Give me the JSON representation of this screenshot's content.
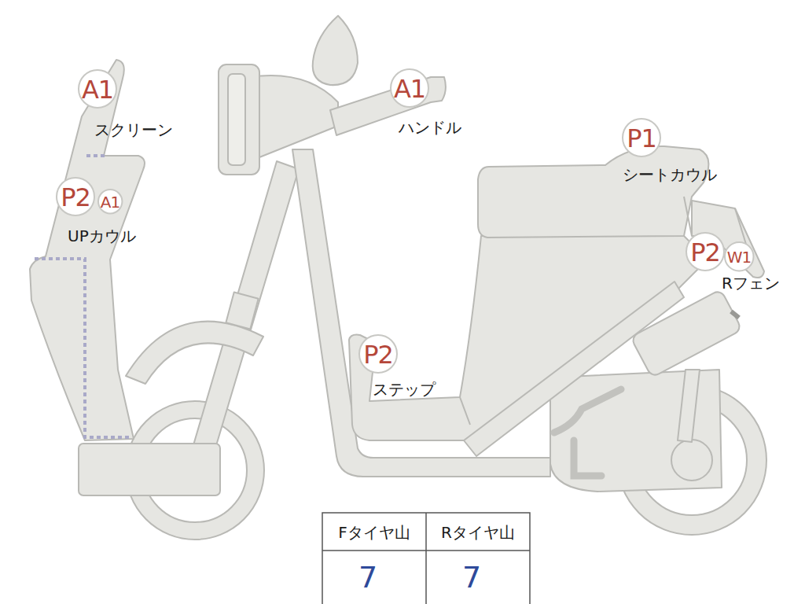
{
  "diagram": {
    "nodes": [
      {
        "text": [
          "A1",
          "スクリーン"
        ]
      },
      {
        "text": [
          "A1",
          "ハンドル"
        ]
      },
      {
        "text": [
          "P1",
          "シートカウル"
        ]
      },
      {
        "text": [
          "P2",
          "UPカウル"
        ]
      },
      {
        "text": [
          "A1"
        ]
      },
      {
        "text": [
          "P2",
          "Rフェン"
        ]
      },
      {
        "text": [
          "W1"
        ]
      },
      {
        "text": [
          "P2",
          "ステップ"
        ]
      }
    ],
    "labels": [
      "Fタイヤ山",
      "Rタイヤ山",
      "7",
      "7"
    ]
  }
}
